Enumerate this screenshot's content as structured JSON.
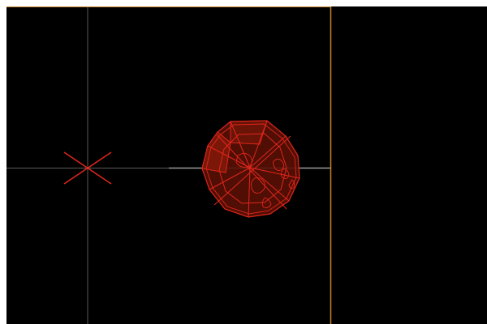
{
  "viewport": {
    "background": "#000000",
    "axis_color": "#5a5a5a",
    "selected_axis_color": "#9a9a9a",
    "boundary_color": "#c8822a",
    "marker_color": "#e0261b",
    "object_wire_color": "#e0261b",
    "object_fill_color": "#5a0f06"
  },
  "scene": {
    "origin_marker": {
      "type": "x-cross",
      "icon": "origin-x-marker-icon"
    },
    "object": {
      "type": "globe-wireframe",
      "shape": "icosahedral-sphere",
      "icon": "globe-wireframe-icon"
    },
    "guides": [
      "vertical-axis",
      "horizontal-axis",
      "frame-boundary"
    ]
  }
}
